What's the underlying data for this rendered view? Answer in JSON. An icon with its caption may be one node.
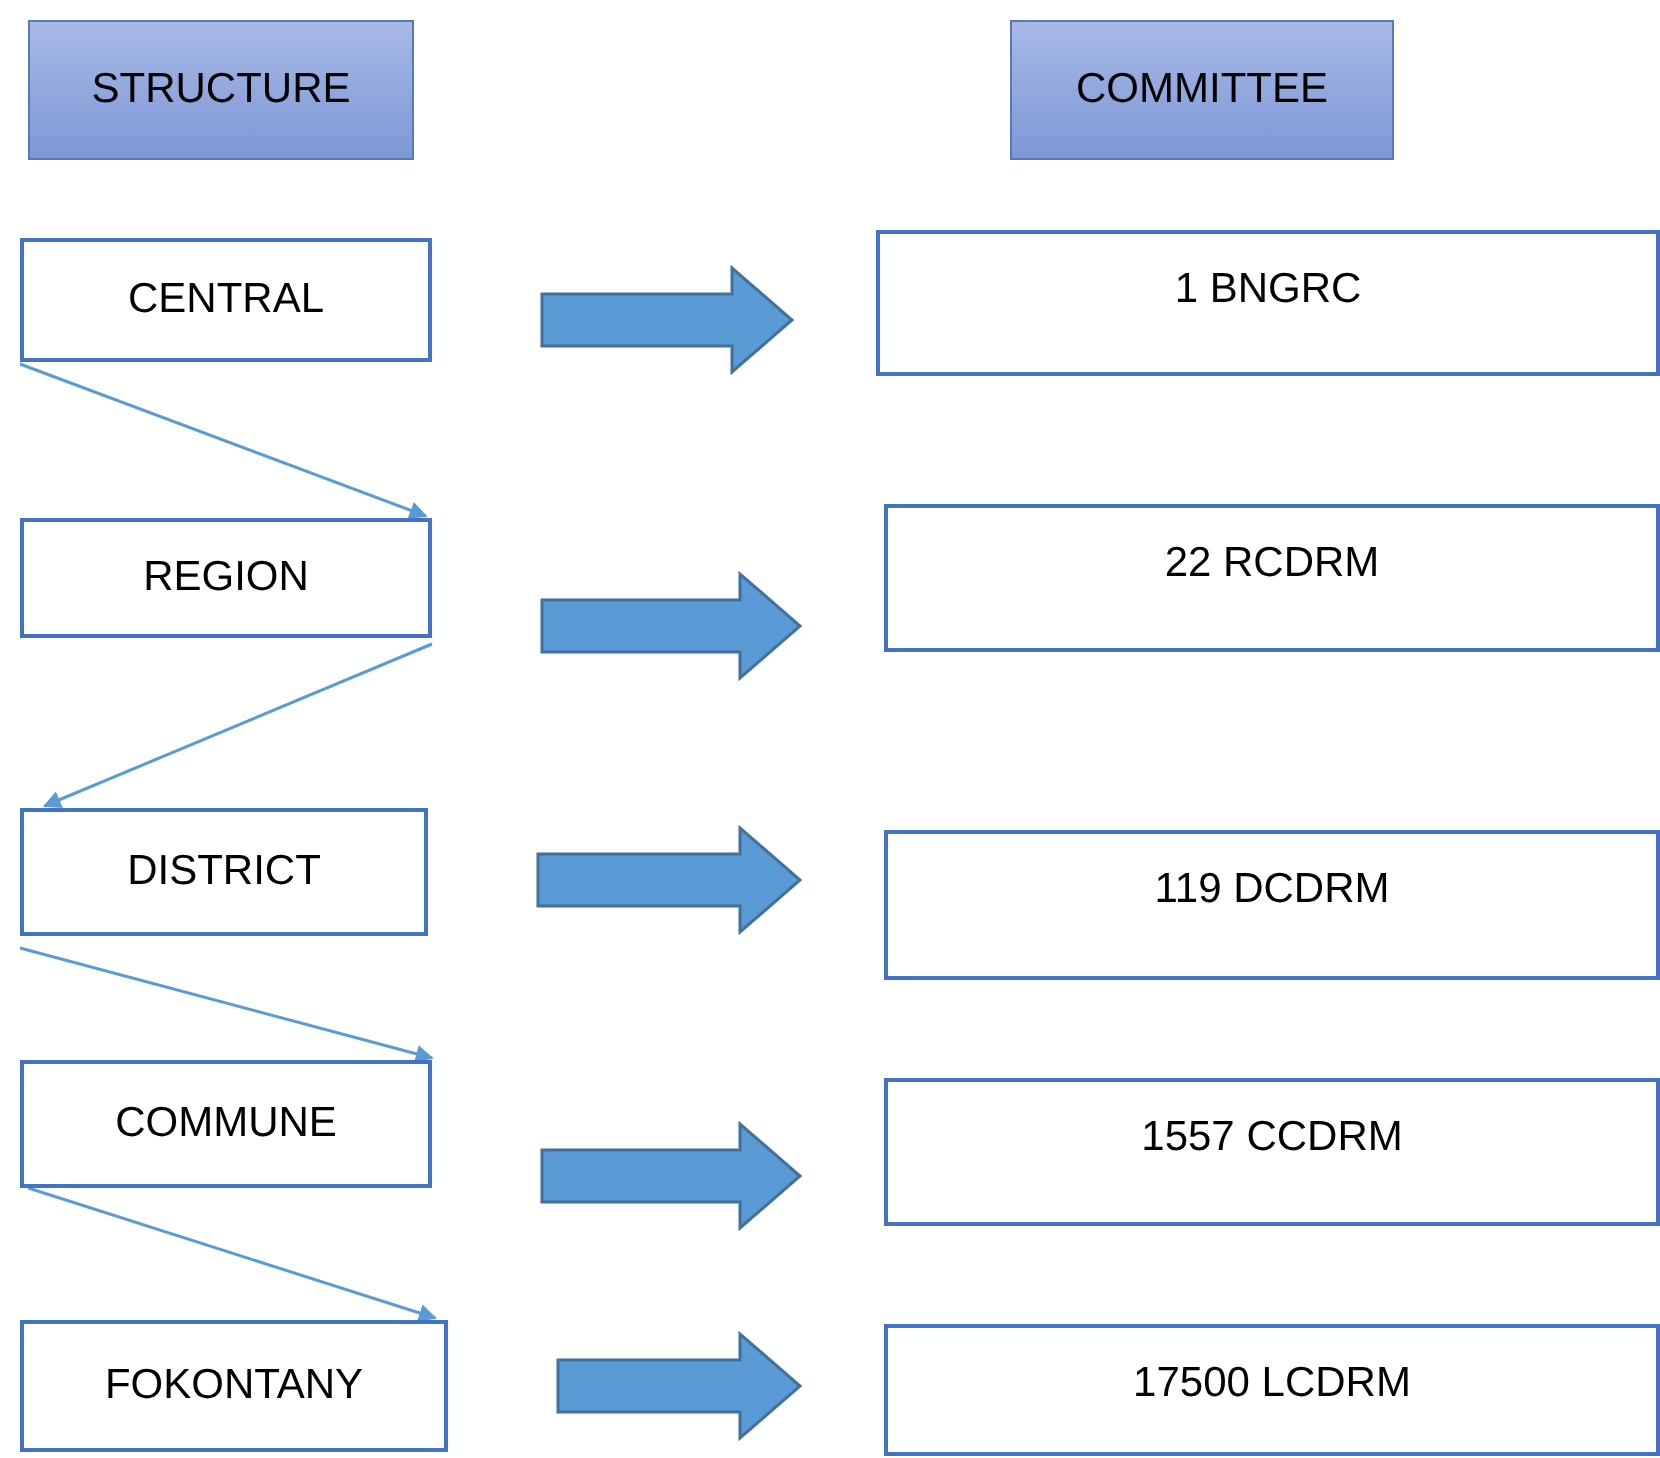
{
  "diagram": {
    "nodes": [
      {
        "text": [
          "STRUCTURE"
        ]
      },
      {
        "text": [
          "COMMITTEE"
        ]
      },
      {
        "text": [
          "CENTRAL"
        ]
      },
      {
        "text": [
          "REGION"
        ]
      },
      {
        "text": [
          "DISTRICT"
        ]
      },
      {
        "text": [
          "COMMUNE"
        ]
      },
      {
        "text": [
          "FOKONTANY"
        ]
      },
      {
        "text": [
          "1 BNGRC"
        ]
      },
      {
        "text": [
          "22 RCDRM"
        ]
      },
      {
        "text": [
          "119 DCDRM"
        ]
      },
      {
        "text": [
          "1557 CCDRM"
        ]
      },
      {
        "text": [
          "17500 LCDRM"
        ]
      }
    ],
    "edges": [
      {
        "from": 2,
        "to": 3,
        "arrow": "to"
      },
      {
        "from": 3,
        "to": 4,
        "arrow": "to"
      },
      {
        "from": 4,
        "to": 5,
        "arrow": "to"
      },
      {
        "from": 5,
        "to": 6,
        "arrow": "to"
      },
      {
        "from": 2,
        "to": 7,
        "arrow": "to",
        "style": "thick"
      },
      {
        "from": 3,
        "to": 8,
        "arrow": "to",
        "style": "thick"
      },
      {
        "from": 4,
        "to": 9,
        "arrow": "to",
        "style": "thick"
      },
      {
        "from": 5,
        "to": 10,
        "arrow": "to",
        "style": "thick"
      },
      {
        "from": 6,
        "to": 11,
        "arrow": "to",
        "style": "thick"
      }
    ]
  }
}
